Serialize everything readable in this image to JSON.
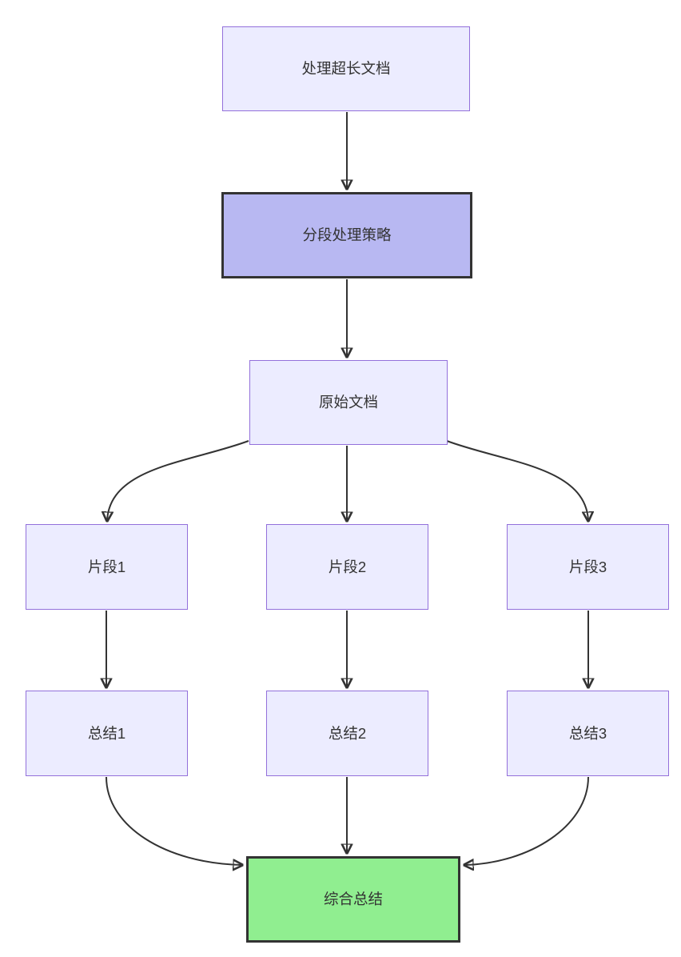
{
  "nodes": {
    "doc": {
      "label": "处理超长文档",
      "style": "default"
    },
    "strategy": {
      "label": "分段处理策略",
      "style": "highlight"
    },
    "original": {
      "label": "原始文档",
      "style": "default"
    },
    "frag1": {
      "label": "片段1",
      "style": "default"
    },
    "frag2": {
      "label": "片段2",
      "style": "default"
    },
    "frag3": {
      "label": "片段3",
      "style": "default"
    },
    "sum1": {
      "label": "总结1",
      "style": "default"
    },
    "sum2": {
      "label": "总结2",
      "style": "default"
    },
    "sum3": {
      "label": "总结3",
      "style": "default"
    },
    "final": {
      "label": "综合总结",
      "style": "result"
    }
  },
  "edges": [
    {
      "from": "doc",
      "to": "strategy"
    },
    {
      "from": "strategy",
      "to": "original"
    },
    {
      "from": "original",
      "to": "frag1"
    },
    {
      "from": "original",
      "to": "frag2"
    },
    {
      "from": "original",
      "to": "frag3"
    },
    {
      "from": "frag1",
      "to": "sum1"
    },
    {
      "from": "frag2",
      "to": "sum2"
    },
    {
      "from": "frag3",
      "to": "sum3"
    },
    {
      "from": "sum1",
      "to": "final"
    },
    {
      "from": "sum2",
      "to": "final"
    },
    {
      "from": "sum3",
      "to": "final"
    }
  ],
  "colors": {
    "node_fill": "#ECECFF",
    "node_border": "#9370DB",
    "highlight_fill": "#B8B8F2",
    "highlight_border": "#333333",
    "result_fill": "#90EE90",
    "result_border": "#333333",
    "arrow": "#333333",
    "text": "#333333",
    "canvas_bg": "#FFFFFF"
  }
}
